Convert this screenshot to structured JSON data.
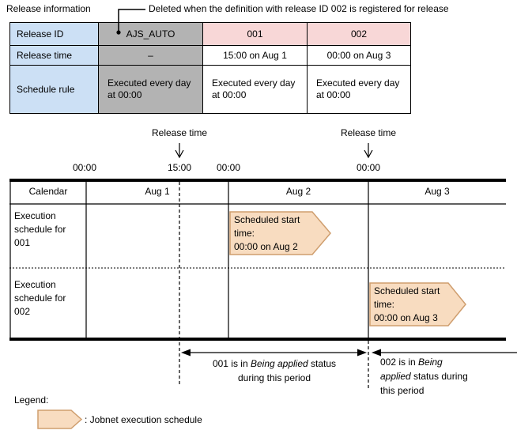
{
  "title": "Release information",
  "annotation": "Deleted when the definition with release ID 002 is registered for release",
  "release_table": {
    "row_headers": [
      "Release ID",
      "Release time",
      "Schedule rule"
    ],
    "columns": [
      {
        "id": "AJS_AUTO",
        "release_time": "–",
        "schedule_rule": "Executed every day at 00:00"
      },
      {
        "id": "001",
        "release_time": "15:00 on Aug 1",
        "schedule_rule": "Executed every day at 00:00"
      },
      {
        "id": "002",
        "release_time": "00:00 on Aug 3",
        "schedule_rule": "Executed every day at 00:00"
      }
    ]
  },
  "timeline": {
    "release_time_labels": [
      "Release time",
      "Release time"
    ],
    "time_ticks": [
      "00:00",
      "15:00",
      "00:00",
      "00:00"
    ],
    "calendar_label": "Calendar",
    "days": [
      "Aug 1",
      "Aug 2",
      "Aug 3"
    ],
    "rows": [
      {
        "label": "Execution schedule for 001"
      },
      {
        "label": "Execution schedule for 002"
      }
    ],
    "banners": [
      {
        "label": "Scheduled start time:",
        "value": "00:00 on Aug 2"
      },
      {
        "label": "Scheduled start time:",
        "value": "00:00 on Aug 3"
      }
    ]
  },
  "periods": [
    {
      "prefix": "001 is in ",
      "emphasis": "Being applied",
      "suffix": " status during this period"
    },
    {
      "prefix": "002 is in ",
      "emphasis": "Being applied",
      "suffix": " status during this period"
    }
  ],
  "legend": {
    "label": "Legend:",
    "item": ": Jobnet execution schedule"
  },
  "colors": {
    "header_blue": "#cce0f5",
    "deleted_gray": "#b3b3b3",
    "release_pink": "#f8d7d7",
    "banner_fill": "#f8dcc0",
    "banner_border": "#cf9e6e",
    "line_black": "#000000"
  }
}
